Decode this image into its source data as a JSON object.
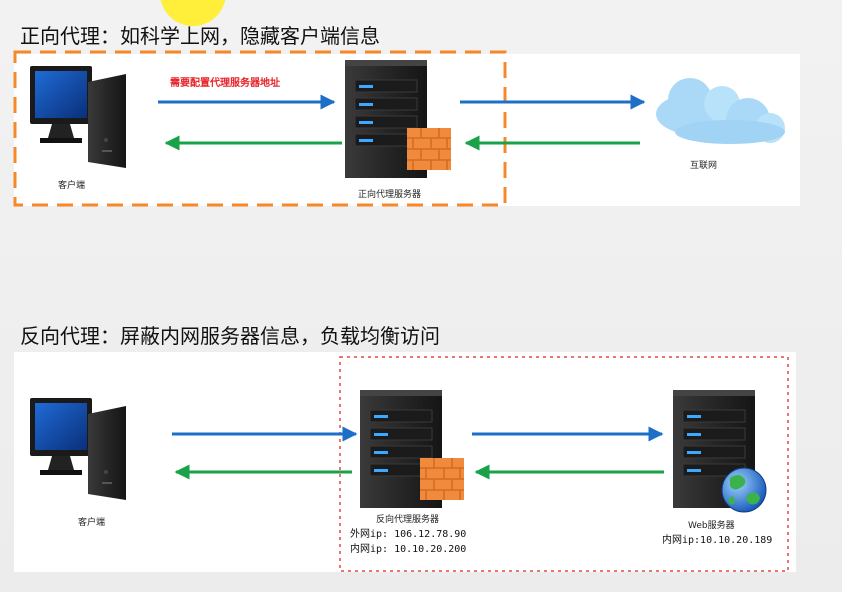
{
  "forward": {
    "title": "正向代理：如科学上网，隐藏客户端信息",
    "client_label": "客户端",
    "proxy_label": "正向代理服务器",
    "internet_label": "互联网",
    "config_note": "需要配置代理服务器地址"
  },
  "reverse": {
    "title": "反向代理：屏蔽内网服务器信息，负载均衡访问",
    "client_label": "客户端",
    "proxy_label": "反向代理服务器",
    "proxy_external_ip": "外网ip: 106.12.78.90",
    "proxy_internal_ip": "内网ip: 10.10.20.200",
    "web_label": "Web服务器",
    "web_internal_ip": "内网ip:10.10.20.189"
  },
  "colors": {
    "request_arrow": "#1e6fc8",
    "response_arrow": "#1aa24a",
    "forward_border": "#f5892a",
    "reverse_border": "#e84545",
    "note_text": "#e8242a"
  },
  "icons": {
    "client": "desktop-computer-icon",
    "server": "server-tower-icon",
    "firewall": "brick-firewall-icon",
    "internet": "cloud-icon",
    "globe": "globe-icon"
  }
}
